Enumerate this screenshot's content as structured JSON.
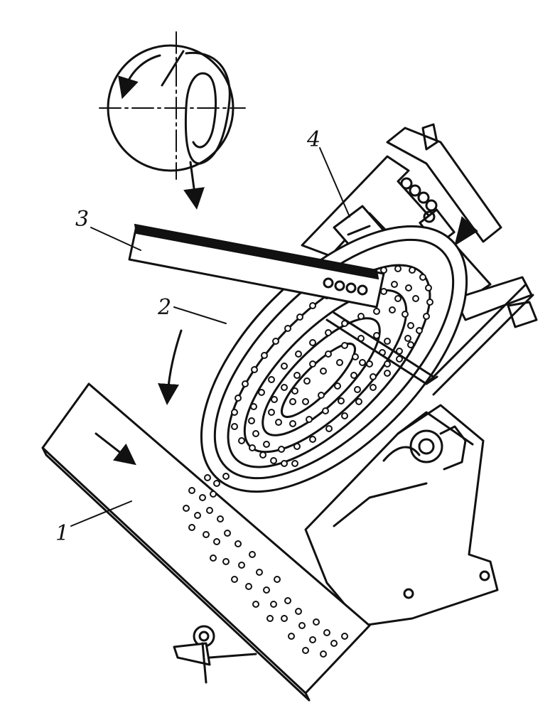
{
  "labels": {
    "chute": "1",
    "bowl": "2",
    "feeder_trough": "3",
    "spring_brush": "4"
  },
  "colors": {
    "ink": "#111111",
    "paper": "#ffffff"
  },
  "icons": [
    "rotation-arrow-icon",
    "flow-arrow-icon",
    "motion-path-icon"
  ]
}
